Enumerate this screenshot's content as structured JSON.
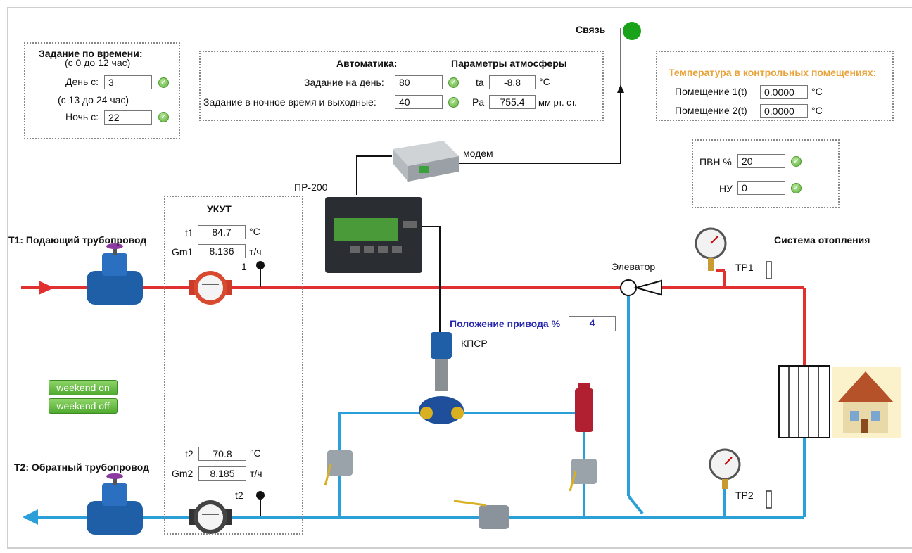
{
  "time_task": {
    "title": "Задание по времени:",
    "day_hint": "(с 0 до 12 час)",
    "day_label": "День с:",
    "day_value": "3",
    "night_hint": "(с 13 до 24 час)",
    "night_label": "Ночь с:",
    "night_value": "22"
  },
  "automation": {
    "title": "Автоматика:",
    "day_task_label": "Задание на день:",
    "day_task_value": "80",
    "night_task_label": "Задание в ночное время и выходные:",
    "night_task_value": "40"
  },
  "atmosphere": {
    "title": "Параметры атмосферы",
    "ta_label": "ta",
    "ta_value": "-8.8",
    "ta_unit": "°C",
    "pa_label": "Pa",
    "pa_value": "755.4",
    "pa_unit": "мм рт. ст."
  },
  "link": {
    "label": "Связь",
    "status_color": "#1aa31a"
  },
  "rooms": {
    "title": "Температура в контрольных помещениях:",
    "title_color": "#e8a33a",
    "room1_label": "Помещение 1(t)",
    "room1_value": "0.0000",
    "room1_unit": "°C",
    "room2_label": "Помещение 2(t)",
    "room2_value": "0.0000",
    "room2_unit": "°C"
  },
  "pvn": {
    "pvn_label": "ПВН %",
    "pvn_value": "20",
    "nu_label": "НУ",
    "nu_value": "0"
  },
  "modem_label": "модем",
  "controller_label": "ПР-200",
  "ukut": {
    "title": "УКУТ",
    "t1_label": "t1",
    "t1_value": "84.7",
    "t1_unit": "°C",
    "gm1_label": "Gm1",
    "gm1_value": "8.136",
    "gm1_unit": "т/ч",
    "sensor1_label": "1",
    "t2_label": "t2",
    "t2_value": "70.8",
    "t2_unit": "°C",
    "gm2_label": "Gm2",
    "gm2_value": "8.185",
    "gm2_unit": "т/ч",
    "sensor2_label": "t2"
  },
  "pipes": {
    "supply_label": "T1: Подающий трубопровод",
    "return_label": "T2: Обратный трубопровод",
    "supply_color": "#e03030",
    "return_color": "#2a9fd8"
  },
  "heating_label": "Система отопления",
  "elevator_label": "Элеватор",
  "tp1_label": "ТР1",
  "tp2_label": "ТР2",
  "drive": {
    "label": "Положение привода %",
    "value": "4",
    "label_color": "#2a2ab0"
  },
  "kpsr_label": "КПСР",
  "buttons": {
    "weekend_on": "weekend on",
    "weekend_off": "weekend off"
  }
}
